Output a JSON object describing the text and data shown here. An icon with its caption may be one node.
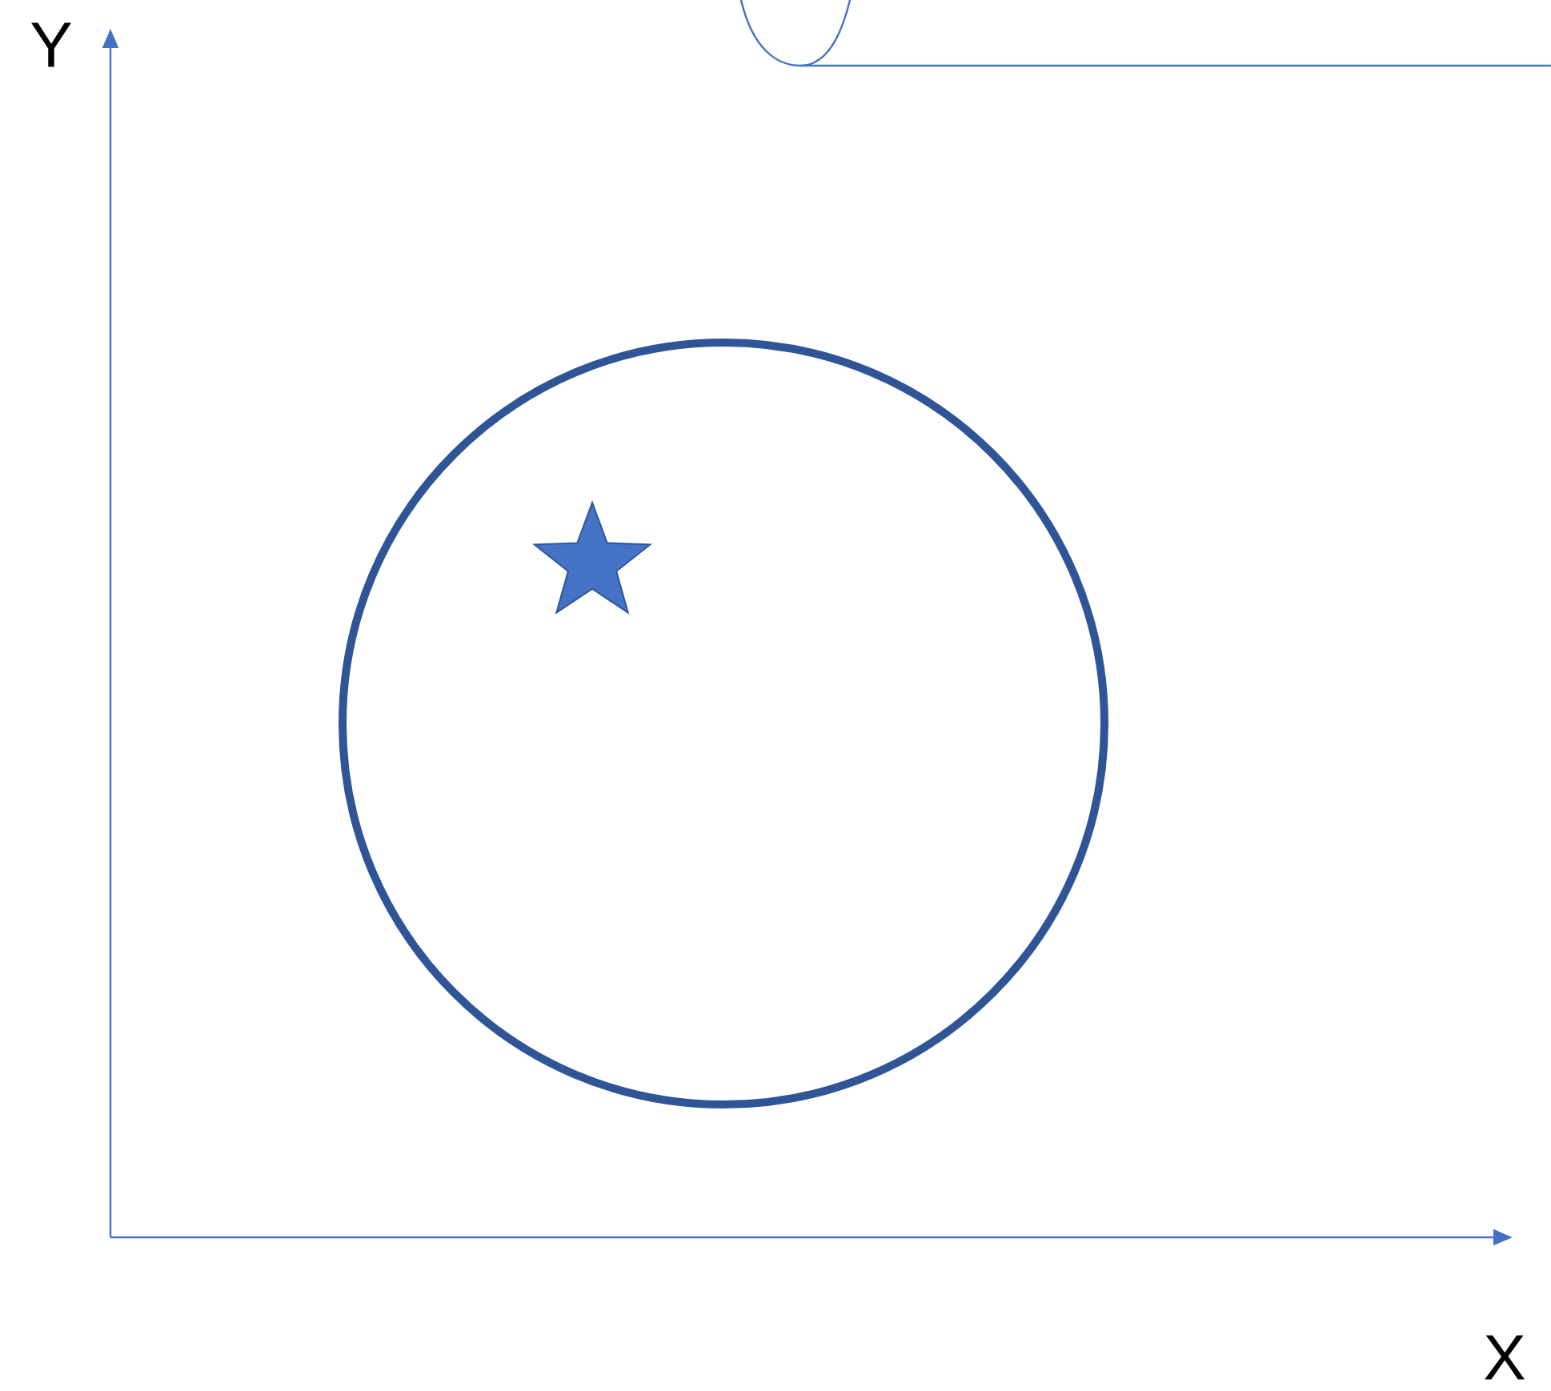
{
  "diagram": {
    "nodes": [
      {
        "text": [],
        "shape": "circle"
      },
      {
        "text": [],
        "shape": "star",
        "in": 0
      }
    ],
    "labels": [
      "Y",
      "X"
    ]
  }
}
